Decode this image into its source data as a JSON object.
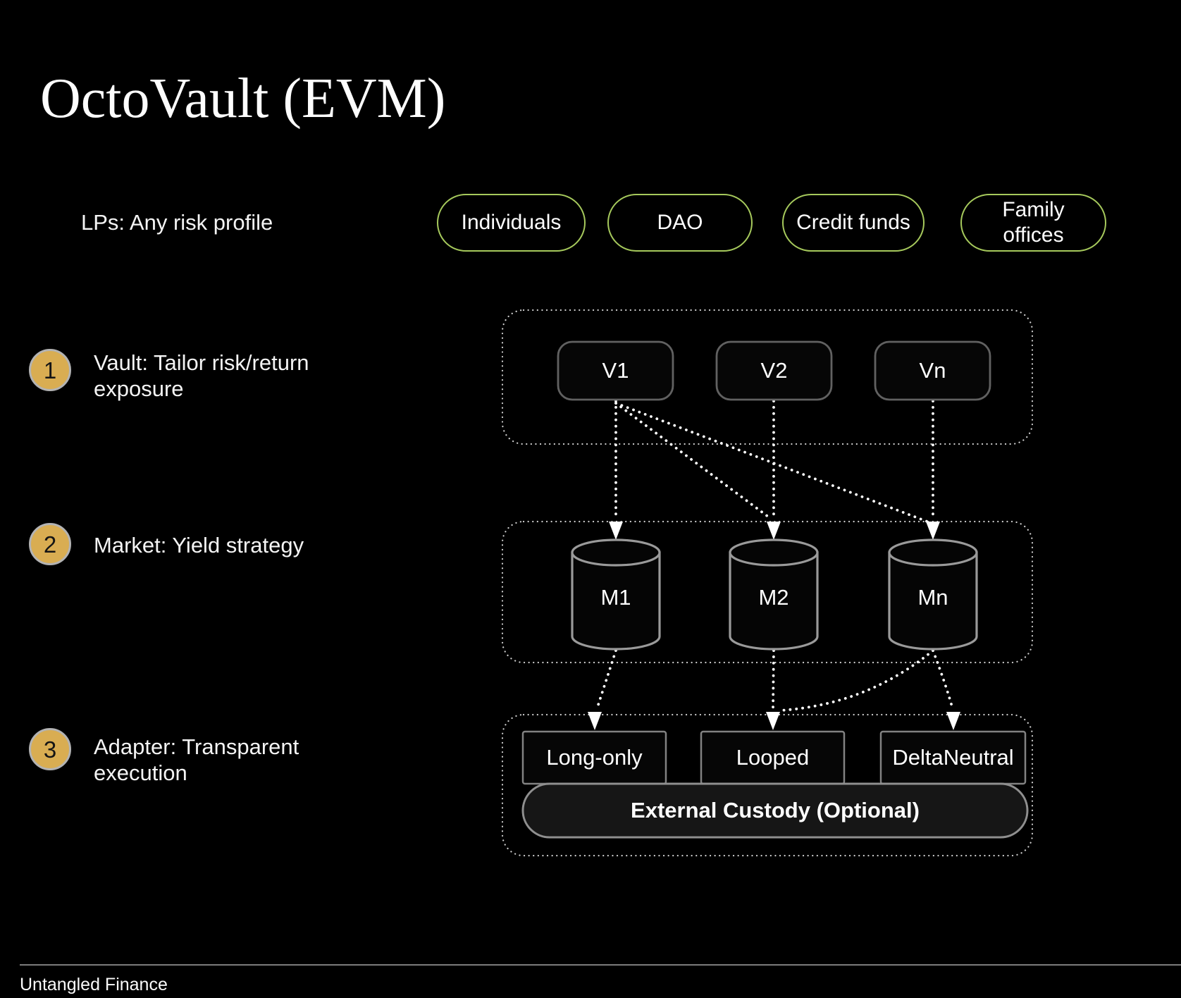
{
  "slide": {
    "title": "OctoVault (EVM)",
    "footer": "Untangled Finance"
  },
  "lp_row": {
    "label": "LPs: Any risk profile",
    "pills": [
      "Individuals",
      "DAO",
      "Credit funds",
      "Family offices"
    ]
  },
  "steps": [
    {
      "number": "1",
      "lines": [
        "Vault: Tailor risk/return",
        "exposure"
      ]
    },
    {
      "number": "2",
      "lines": [
        "Market: Yield strategy"
      ]
    },
    {
      "number": "3",
      "lines": [
        "Adapter: Transparent",
        "execution"
      ]
    }
  ],
  "vault_layer": {
    "nodes": [
      "V1",
      "V2",
      "Vn"
    ]
  },
  "market_layer": {
    "nodes": [
      "M1",
      "M2",
      "Mn"
    ]
  },
  "adapter_layer": {
    "nodes": [
      "Long-only",
      "Looped",
      "DeltaNeutral"
    ],
    "custody_label": "External Custody (Optional)"
  },
  "edges": [
    "V1→M1",
    "V1→M2",
    "V1→Mn",
    "V2→M2",
    "Vn→Mn",
    "M1→Long-only",
    "M2→Looped",
    "Mn→Looped",
    "Mn→DeltaNeutral"
  ],
  "colors": {
    "background": "#000000",
    "accent_green": "#a6c95c",
    "accent_gold": "#d9ad52",
    "node_border_gray": "#8f8f8f",
    "text": "#ffffff"
  }
}
